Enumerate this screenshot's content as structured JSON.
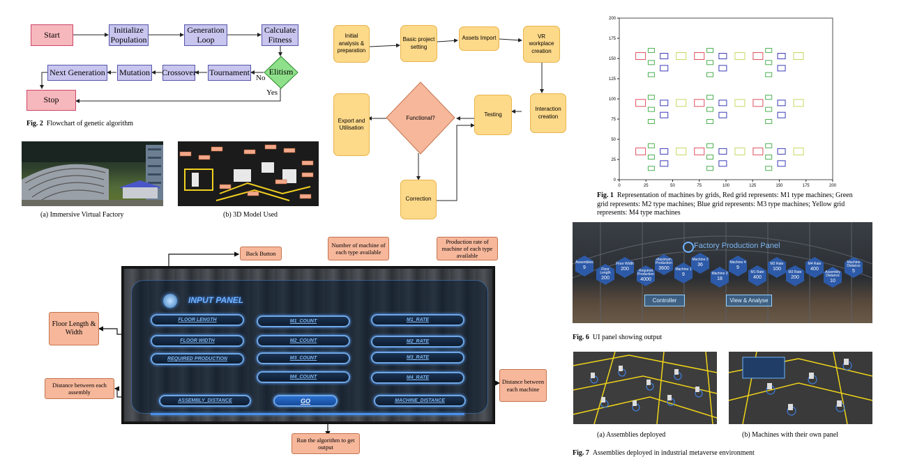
{
  "flowchart_ga": {
    "nodes": {
      "start": "Start",
      "init": "Initialize Population",
      "gen_loop": "Generation Loop",
      "calc": "Calculate Fitness",
      "elitism": "Elitism",
      "tournament": "Tournament",
      "crossover": "Crossover",
      "mutation": "Mutation",
      "next_gen": "Next Generation",
      "stop": "Stop"
    },
    "edge_no": "No",
    "edge_yes": "Yes",
    "caption_label": "Fig. 2",
    "caption_text": "Flowchart of genetic algorithm"
  },
  "subfigs_left": {
    "a_caption": "(a) Immersive Virtual Factory",
    "b_caption": "(b) 3D Model Used"
  },
  "vr_flow": {
    "initial": "Initial analysis & preparation",
    "basic": "Basic project setting",
    "assets": "Assets Import",
    "vr": "VR workplace creation",
    "interaction": "Interaction creation",
    "testing": "Testing",
    "functional": "Functional?",
    "export": "Export and Utilisation",
    "correction": "Correction"
  },
  "fig1": {
    "caption_label": "Fig. 1",
    "caption_text": "Representation of machines by grids, Red grid represents: M1 type machines; Green grid represents: M2 type machines; Blue grid represents: M3 type machines; Yellow grid represents: M4 type machines",
    "colors": {
      "m1": "#e05060",
      "m2": "#4caf50",
      "m3": "#3a3ab8",
      "m4": "#c8d860"
    }
  },
  "chart_data": {
    "type": "scatter",
    "xlim": [
      0,
      200
    ],
    "ylim": [
      0,
      200
    ],
    "xticks": [
      "0",
      "25",
      "50",
      "75",
      "100",
      "125",
      "150",
      "175",
      "200"
    ],
    "yticks": [
      "0",
      "25",
      "50",
      "75",
      "100",
      "125",
      "150",
      "175",
      "200"
    ],
    "series": [
      {
        "color": "#e05060",
        "points": [
          [
            20,
            35
          ],
          [
            20,
            95
          ],
          [
            20,
            153
          ],
          [
            75,
            35
          ],
          [
            75,
            95
          ],
          [
            75,
            153
          ],
          [
            130,
            35
          ],
          [
            130,
            95
          ],
          [
            130,
            153
          ]
        ]
      },
      {
        "color": "#4caf50",
        "points": [
          [
            30,
            42
          ],
          [
            30,
            28
          ],
          [
            30,
            14
          ],
          [
            30,
            102
          ],
          [
            30,
            87
          ],
          [
            30,
            72
          ],
          [
            30,
            160
          ],
          [
            30,
            145
          ],
          [
            30,
            130
          ],
          [
            85,
            42
          ],
          [
            85,
            28
          ],
          [
            85,
            14
          ],
          [
            85,
            102
          ],
          [
            85,
            87
          ],
          [
            85,
            72
          ],
          [
            85,
            160
          ],
          [
            85,
            145
          ],
          [
            85,
            130
          ],
          [
            140,
            42
          ],
          [
            140,
            28
          ],
          [
            140,
            14
          ],
          [
            140,
            102
          ],
          [
            140,
            87
          ],
          [
            140,
            72
          ],
          [
            140,
            160
          ],
          [
            140,
            145
          ],
          [
            140,
            130
          ]
        ]
      },
      {
        "color": "#3a3ab8",
        "points": [
          [
            42,
            35
          ],
          [
            42,
            20
          ],
          [
            42,
            95
          ],
          [
            42,
            80
          ],
          [
            42,
            153
          ],
          [
            42,
            138
          ],
          [
            97,
            35
          ],
          [
            97,
            20
          ],
          [
            97,
            95
          ],
          [
            97,
            80
          ],
          [
            97,
            153
          ],
          [
            97,
            138
          ],
          [
            152,
            35
          ],
          [
            152,
            20
          ],
          [
            152,
            95
          ],
          [
            152,
            80
          ],
          [
            152,
            153
          ],
          [
            152,
            138
          ]
        ]
      },
      {
        "color": "#c8d860",
        "points": [
          [
            58,
            35
          ],
          [
            58,
            95
          ],
          [
            58,
            153
          ],
          [
            113,
            35
          ],
          [
            113,
            95
          ],
          [
            113,
            153
          ],
          [
            168,
            35
          ],
          [
            168,
            95
          ],
          [
            168,
            153
          ]
        ]
      }
    ]
  },
  "input_panel": {
    "title": "INPUT PANEL",
    "fields": {
      "floor_length": "FLOOR LENGTH",
      "floor_width": "FLOOR WIDTH",
      "required_production": "REQUIRED PRODUCTION",
      "m1_count": "M1_COUNT",
      "m2_count": "M2_COUNT",
      "m3_count": "M3_COUNT",
      "m4_count": "M4_COUNT",
      "m1_rate": "M1_RATE",
      "m2_rate": "M2_RATE",
      "m3_rate": "M3_RATE",
      "m4_rate": "M4_RATE",
      "assembly_distance": "ASSEMBLY_DISTANCE",
      "go": "GO",
      "machine_distance": "MACHINE_DISTANCE"
    },
    "annotations": {
      "back": "Back Button",
      "num_machine": "Number of machine of each type available",
      "prod_rate": "Production rate of machine of each type available",
      "floor": "Floor Length & Width",
      "dist_assembly": "Distance between each assembly",
      "dist_machine": "Distance between each machine",
      "run": "Run the algorithm to get output"
    }
  },
  "fig6": {
    "panel_title": "Factory Production Panel",
    "hexes": [
      {
        "label": "Assemblies",
        "value": "9"
      },
      {
        "label": "Floor Length",
        "value": "200"
      },
      {
        "label": "Floor Width",
        "value": "200"
      },
      {
        "label": "Required Production",
        "value": "4000"
      },
      {
        "label": "Maximum Production",
        "value": "3600"
      },
      {
        "label": "Machine 1",
        "value": "9"
      },
      {
        "label": "Machine 2",
        "value": "36"
      },
      {
        "label": "Machine 3",
        "value": "18"
      },
      {
        "label": "Machine 4",
        "value": "9"
      },
      {
        "label": "M1 Rate",
        "value": "400"
      },
      {
        "label": "M2 Rate",
        "value": "100"
      },
      {
        "label": "M3 Rate",
        "value": "200"
      },
      {
        "label": "M4 Rate",
        "value": "400"
      },
      {
        "label": "Assembly Distance",
        "value": "10"
      },
      {
        "label": "Machine Distance",
        "value": "5"
      }
    ],
    "btn_controller": "Controller",
    "btn_view": "View & Analyse",
    "caption_label": "Fig. 6",
    "caption_text": "UI panel showing output"
  },
  "fig7": {
    "a_caption": "(a) Assemblies deployed",
    "b_caption": "(b) Machines with their own panel",
    "caption_label": "Fig. 7",
    "caption_text": "Assemblies deployed in industrial metaverse environment"
  }
}
